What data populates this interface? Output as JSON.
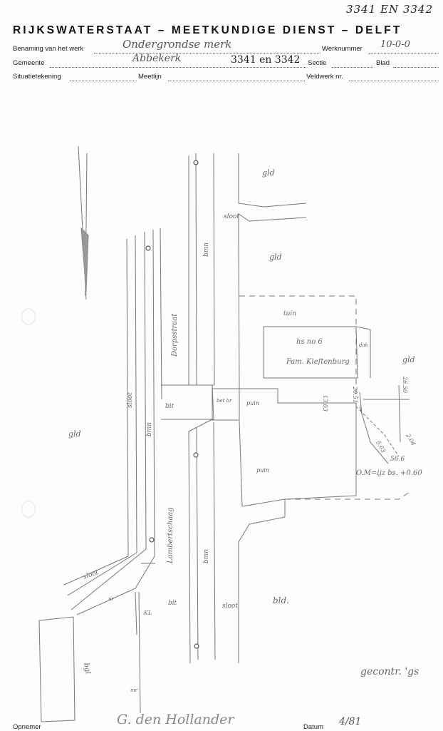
{
  "header": {
    "sheet_numbers": "3341 EN 3342",
    "title": "RIJKSWATERSTAAT – MEETKUNDIGE DIENST – DELFT"
  },
  "form": {
    "benaming_label": "Benaming van het werk",
    "benaming_value": "Ondergrondse merk",
    "werknummer_label": "Werknummer",
    "werknummer_value": "10-0-0",
    "gemeente_label": "Gemeente",
    "gemeente_value": "Abbekerk",
    "gemeente_number": "3341 en 3342",
    "sectie_label": "Sectie",
    "blad_label": "Blad",
    "situatietekening_label": "Situatietekening",
    "meetlijn_label": "Meetlijn",
    "veldwerk_label": "Veldwerk nr."
  },
  "sketch": {
    "labels": {
      "gld_1": "gld",
      "gld_2": "gld",
      "gld_3": "gld",
      "gld_4": "gld",
      "sloot_1": "sloot",
      "sloot_2": "sloot",
      "sloot_3": "sloot",
      "sloot_4": "sloot",
      "bmn_1": "bmn",
      "bmn_2": "bmn",
      "bmn_3": "bmn",
      "street_1": "Dorpsstraat",
      "street_2": "Lambertschaag",
      "bit_1": "bit",
      "bit_2": "bit",
      "tuin": "tuin",
      "house_no": "hs no 6",
      "family": "Fam. Kieftenburg",
      "dak": "dak",
      "puin_1": "puin",
      "puin_2": "puin",
      "bld": "bld.",
      "bgl": "bgl",
      "kl": "KL",
      "beton": "bet br",
      "nr": "nr",
      "mr": "mr",
      "m1": "20.51",
      "m2": "13.03",
      "m3": "26.50",
      "m4": "5.63",
      "m5": "2.04",
      "m6": "56.6",
      "om": "O.M=ijz bs. +0.60",
      "gecontr": "gecontr. 'gs"
    }
  },
  "footer": {
    "opnemer_label": "Opnemer",
    "opnemer_value": "G. den Hollander",
    "datum_label": "Datum",
    "datum_value": "4/81"
  }
}
